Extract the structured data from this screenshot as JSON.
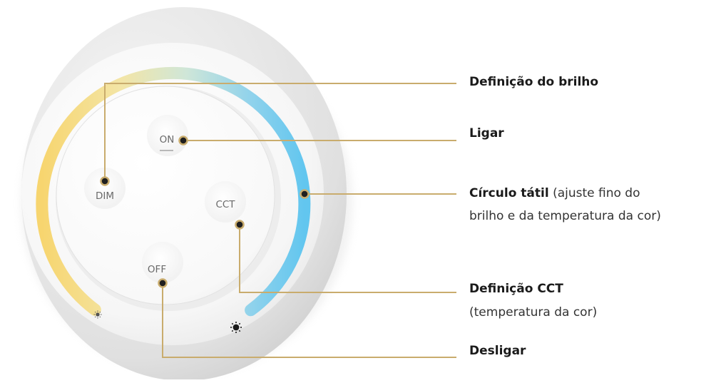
{
  "remote": {
    "buttons": {
      "on": "ON",
      "dim": "DIM",
      "cct": "CCT",
      "off": "OFF"
    }
  },
  "callouts": {
    "brightness": {
      "title": "Definição do brilho"
    },
    "power_on": {
      "title": "Ligar"
    },
    "touch_ring": {
      "title": "Círculo tátil",
      "note_line1": "(ajuste fino do",
      "note_line2": "brilho e da temperatura da cor)"
    },
    "cct": {
      "title": "Definição CCT",
      "note": "(temperatura da cor)"
    },
    "power_off": {
      "title": "Desligar"
    }
  },
  "colors": {
    "leader_line": "#c9ac6d",
    "marker_fill": "#1f1f1f",
    "ring_warm": "#f7d978",
    "ring_cool": "#6cc9ee"
  }
}
